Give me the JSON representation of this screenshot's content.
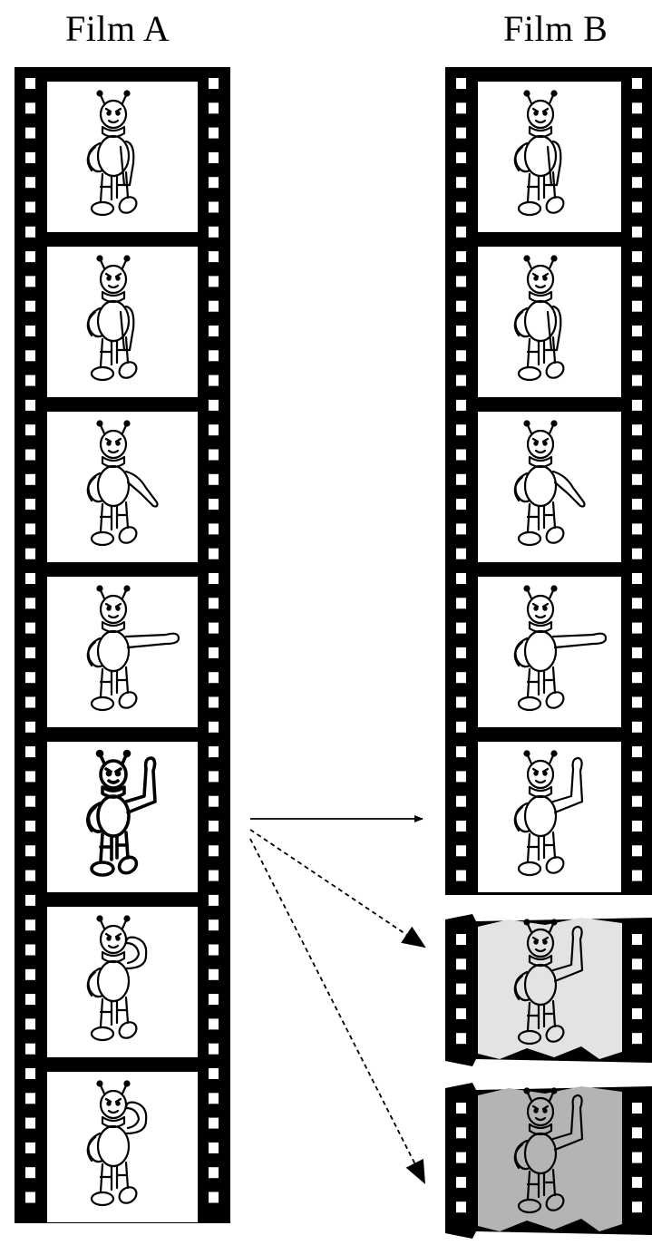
{
  "diagram": {
    "title_left": "Film A",
    "title_right": "Film B"
  },
  "film_a": {
    "frames": [
      {
        "pose": "arm-down"
      },
      {
        "pose": "arm-down"
      },
      {
        "pose": "arm-angled"
      },
      {
        "pose": "arm-out"
      },
      {
        "pose": "arm-up",
        "emphasis": "bold"
      },
      {
        "pose": "hand-to-head"
      },
      {
        "pose": "hand-to-head"
      }
    ]
  },
  "film_b": {
    "frames": [
      {
        "pose": "arm-down"
      },
      {
        "pose": "arm-down"
      },
      {
        "pose": "arm-angled"
      },
      {
        "pose": "arm-out"
      },
      {
        "pose": "arm-up"
      }
    ],
    "torn_pieces": [
      {
        "pose": "arm-up",
        "fill": "#e3e3e3"
      },
      {
        "pose": "arm-up",
        "fill": "#b4b4b4"
      }
    ]
  },
  "arrows": [
    {
      "style": "solid",
      "target": "film-b-frame-5"
    },
    {
      "style": "dashed",
      "target": "torn-piece-1"
    },
    {
      "style": "dashed",
      "target": "torn-piece-2"
    }
  ]
}
